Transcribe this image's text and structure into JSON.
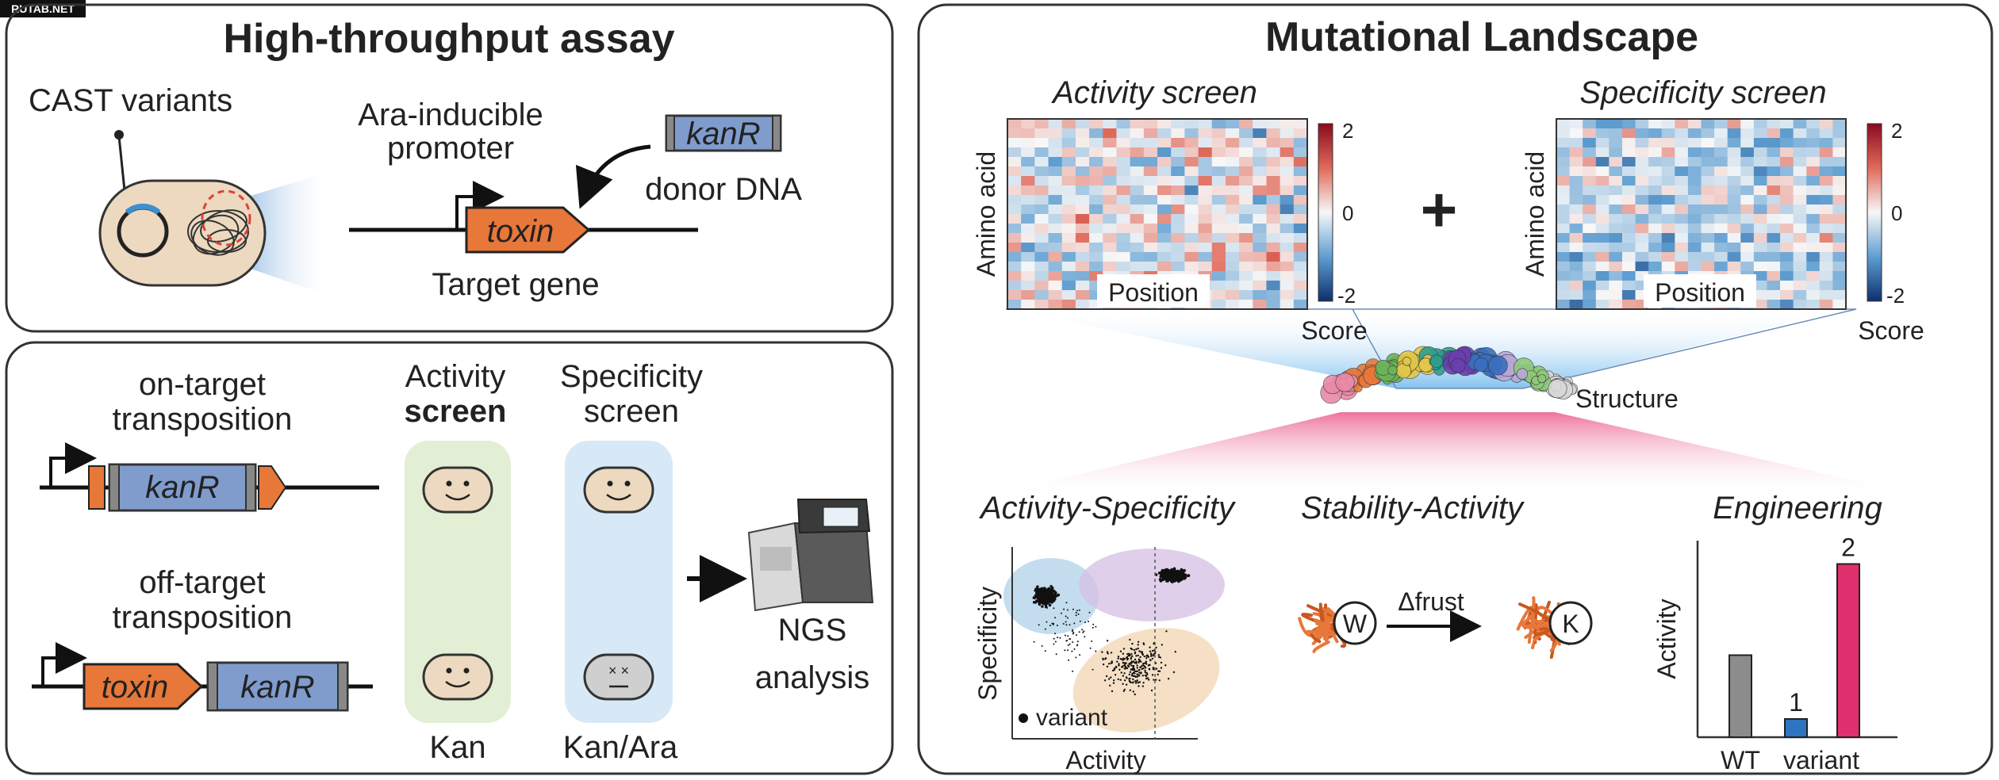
{
  "watermark": "RUTAB.NET",
  "assay": {
    "title": "High-throughput assay",
    "cast_variants": "CAST variants",
    "promoter": [
      "Ara-inducible",
      "promoter"
    ],
    "kanR": "kanR",
    "donor": "donor DNA",
    "toxin": "toxin",
    "target_gene": "Target gene"
  },
  "screens": {
    "on_target": [
      "on-target",
      "transposition"
    ],
    "off_target": [
      "off-target",
      "transposition"
    ],
    "kanR": "kanR",
    "toxin": "toxin",
    "activity_header": [
      "Activity",
      "screen"
    ],
    "specificity_header": [
      "Specificity",
      "screen"
    ],
    "kan": "Kan",
    "kan_ara": "Kan/Ara",
    "ngs": [
      "NGS",
      "analysis"
    ],
    "dead_face": "× ×"
  },
  "landscape": {
    "title": "Mutational Landscape",
    "activity_screen": "Activity screen",
    "specificity_screen": "Specificity screen",
    "amino_acid": "Amino acid",
    "position": "Position",
    "score": "Score",
    "ticks": [
      "2",
      "0",
      "-2"
    ],
    "plus": "+",
    "structure": "Structure",
    "act_spec": {
      "title": "Activity-Specificity",
      "ylabel": "Specificity",
      "xlabel": "Activity",
      "legend": "variant"
    },
    "stab_act": {
      "title": "Stability-Activity",
      "from": "W",
      "to": "K",
      "arrow": "Δfrust"
    },
    "engineering": {
      "title": "Engineering",
      "ylabel": "Activity",
      "xlabel_wt": "WT",
      "xlabel_variant": "variant"
    }
  },
  "chart_data": {
    "type": "bar",
    "title": "Engineering",
    "ylabel": "Activity",
    "categories": [
      "WT",
      "variant 1",
      "variant 2"
    ],
    "values": [
      0.45,
      0.1,
      0.95
    ],
    "labels": [
      "",
      "1",
      "2"
    ],
    "colors": [
      "#8c8c8c",
      "#2f74c0",
      "#e0306e"
    ],
    "ylim": [
      0,
      1
    ]
  },
  "colors": {
    "orange": "#e8773a",
    "kanR_blue": "#7f9ccd",
    "green_bg": "#e3efd4",
    "blue_bg": "#d7e9f6",
    "cell": "#ecd9bf",
    "pink": "#e0306e",
    "bar_blue": "#2f74c0"
  }
}
